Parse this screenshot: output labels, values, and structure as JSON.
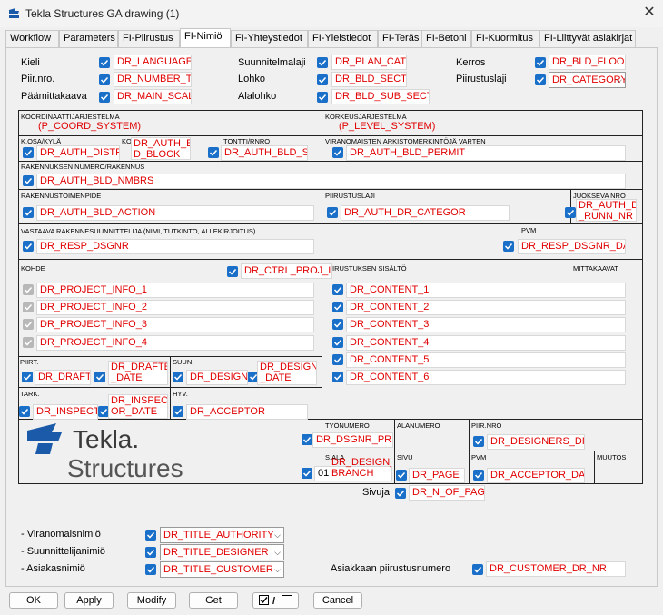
{
  "window": {
    "title": "Tekla Structures  GA drawing (1)"
  },
  "tabs": [
    "Workflow",
    "Parameters",
    "FI-Piirustus",
    "FI-Nimiö",
    "FI-Yhteystiedot",
    "FI-Yleistiedot",
    "FI-Teräs",
    "FI-Betoni",
    "FI-Kuormitus",
    "FI-Liittyvät asiakirjat"
  ],
  "top": {
    "kieli": "Kieli",
    "kieli_v": "DR_LANGUAGE",
    "piir": "Piir.nro.",
    "piir_v": "DR_NUMBER_TYPE",
    "paam": "Päämittakaava",
    "paam_v": "DR_MAIN_SCALE",
    "suun": "Suunnitelmalaji",
    "suun_v": "DR_PLAN_CATEG",
    "lohko": "Lohko",
    "lohko_v": "DR_BLD_SECTION",
    "alalohko": "Alalohko",
    "alalohko_v": "DR_BLD_SUB_SECTION",
    "kerros": "Kerros",
    "kerros_v": "DR_BLD_FLOOR",
    "piirlaji": "Piirustuslaji",
    "piirlaji_v": "DR_CATEGORY"
  },
  "block": {
    "h_koord": "KOORDINAATTIJÄRJESTELMÄ",
    "v_koord": "(P_COORD_SYSTEM)",
    "h_kork": "KORKEUSJÄRJESTELMÄ",
    "v_kork": "(P_LEVEL_SYSTEM)",
    "h_kosa": "K.OSA/KYLÄ",
    "v_kosa": "DR_AUTH_DISTRICT",
    "h_kor": "KOR",
    "v_block": "DR_AUTH_BL D_BLOCK",
    "h_tontti": "TONTTI/RNRO",
    "v_site": "DR_AUTH_BLD_SITE",
    "h_viran": "VIRANOMAISTEN ARKISTOMERKINTÖJÄ VARTEN",
    "v_permit": "DR_AUTH_BLD_PERMIT",
    "h_rak": "RAKENNUKSEN NUMERO/RAKENNUS",
    "v_nmbrs": "DR_AUTH_BLD_NMBRS",
    "h_toim": "RAKENNUSTOIMENPIDE",
    "v_action": "DR_AUTH_BLD_ACTION",
    "h_plaji": "PIIRUSTUSLAJI",
    "v_categ": "DR_AUTH_DR_CATEGOR",
    "h_juok": "JUOKSEVA NRO",
    "v_runn": "DR_AUTH_DR _RUNN_NR",
    "h_vast": "VASTAAVA RAKENNESUUNNITTELIJA (NIMI, TUTKINTO, ALLEKIRJOITUS)",
    "v_dsgnr": "DR_RESP_DSGNR",
    "h_pvm": "PVM",
    "v_date": "DR_RESP_DSGNR_DATE",
    "h_kohde": "KOHDE",
    "v_ctrl": "DR_CTRL_PROJ_INFO",
    "h_sis": "IRUSTUKSEN SISÄLTÖ",
    "h_mitta": "MITTAKAAVAT",
    "proj": [
      "DR_PROJECT_INFO_1",
      "DR_PROJECT_INFO_2",
      "DR_PROJECT_INFO_3",
      "DR_PROJECT_INFO_4"
    ],
    "content": [
      "DR_CONTENT_1",
      "DR_CONTENT_2",
      "DR_CONTENT_3",
      "DR_CONTENT_4",
      "DR_CONTENT_5",
      "DR_CONTENT_6"
    ],
    "h_piirt": "PIIRT.",
    "v_drafter": "DR_DRAFTER",
    "v_drafter_date": "DR_DRAFTER _DATE",
    "h_suun": "SUUN.",
    "v_designer": "DR_DESIGNER",
    "v_designer_date": "DR_DESIGNER _DATE",
    "h_tark": "TARK.",
    "v_inspector": "DR_INSPECTOR",
    "v_inspector_date": "DR_INSPECT OR_DATE",
    "h_hyv": "HYV.",
    "v_acceptor": "DR_ACCEPTOR",
    "logo1": "Tekla.",
    "logo2": "Structures",
    "h_tyo": "TYÖNUMERO",
    "v_tyo": "DR_DSGNR_PRJ_NR",
    "h_ala": "ALANUMERO",
    "h_piirnro": "PIIR.NRO",
    "v_piirnro": "DR_DESIGNERS_DR_NR",
    "h_sala": "S.ALA",
    "v_branch": "DR_DESIGN_ BRANCH",
    "v_branch_pre": "01",
    "h_sivu": "SIVU",
    "v_page": "DR_PAGE",
    "h_pvm2": "PVM",
    "v_accdate": "DR_ACCEPTOR_DATE",
    "h_muutos": "MUUTOS",
    "sivuja": "Sivuja",
    "v_pages": "DR_N_OF_PAGES"
  },
  "bottom": {
    "viran": "- Viranomaisnimiö",
    "viran_v": "DR_TITLE_AUTHORITY",
    "suunn": "- Suunnittelijanimiö",
    "suunn_v": "DR_TITLE_DESIGNER",
    "asiak": "- Asiakasnimiö",
    "asiak_v": "DR_TITLE_CUSTOMER",
    "asiakpiir": "Asiakkaan piirustusnumero",
    "asiakpiir_v": "DR_CUSTOMER_DR_NR"
  },
  "buttons": {
    "ok": "OK",
    "apply": "Apply",
    "modify": "Modify",
    "get": "Get",
    "toggle": "/",
    "cancel": "Cancel"
  }
}
